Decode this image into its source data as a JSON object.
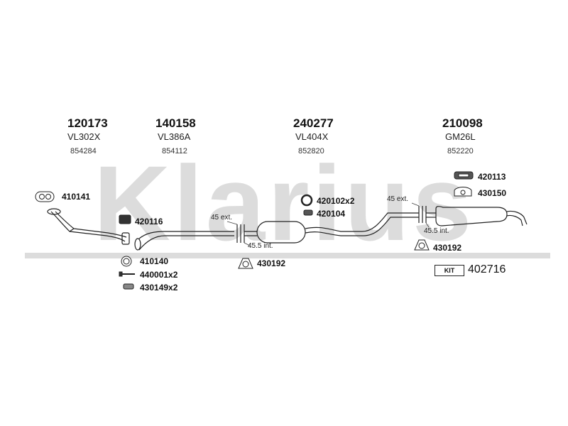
{
  "watermark": "Klarius",
  "sections": [
    {
      "part_no": "120173",
      "ref": "VL302X",
      "oem": "854284"
    },
    {
      "part_no": "140158",
      "ref": "VL386A",
      "oem": "854112"
    },
    {
      "part_no": "240277",
      "ref": "VL404X",
      "oem": "852820"
    },
    {
      "part_no": "210098",
      "ref": "GM26L",
      "oem": "852220"
    }
  ],
  "fittings": {
    "gasket_front": "410141",
    "clamp_1": "420116",
    "ring_1": "410140",
    "bolts": "440001x2",
    "spring": "430149x2",
    "rubber_mid": "430192",
    "ring_mid": "420102x2",
    "clamp_mid": "420104",
    "clamp_rear": "420113",
    "bracket_rear": "430150",
    "rubber_rear": "430192"
  },
  "measures": {
    "ext_1": "45 ext.",
    "int_1": "45.5 int.",
    "ext_2": "45 ext.",
    "int_2": "45.5 int."
  },
  "kit": {
    "label": "KIT",
    "number": "402716"
  }
}
